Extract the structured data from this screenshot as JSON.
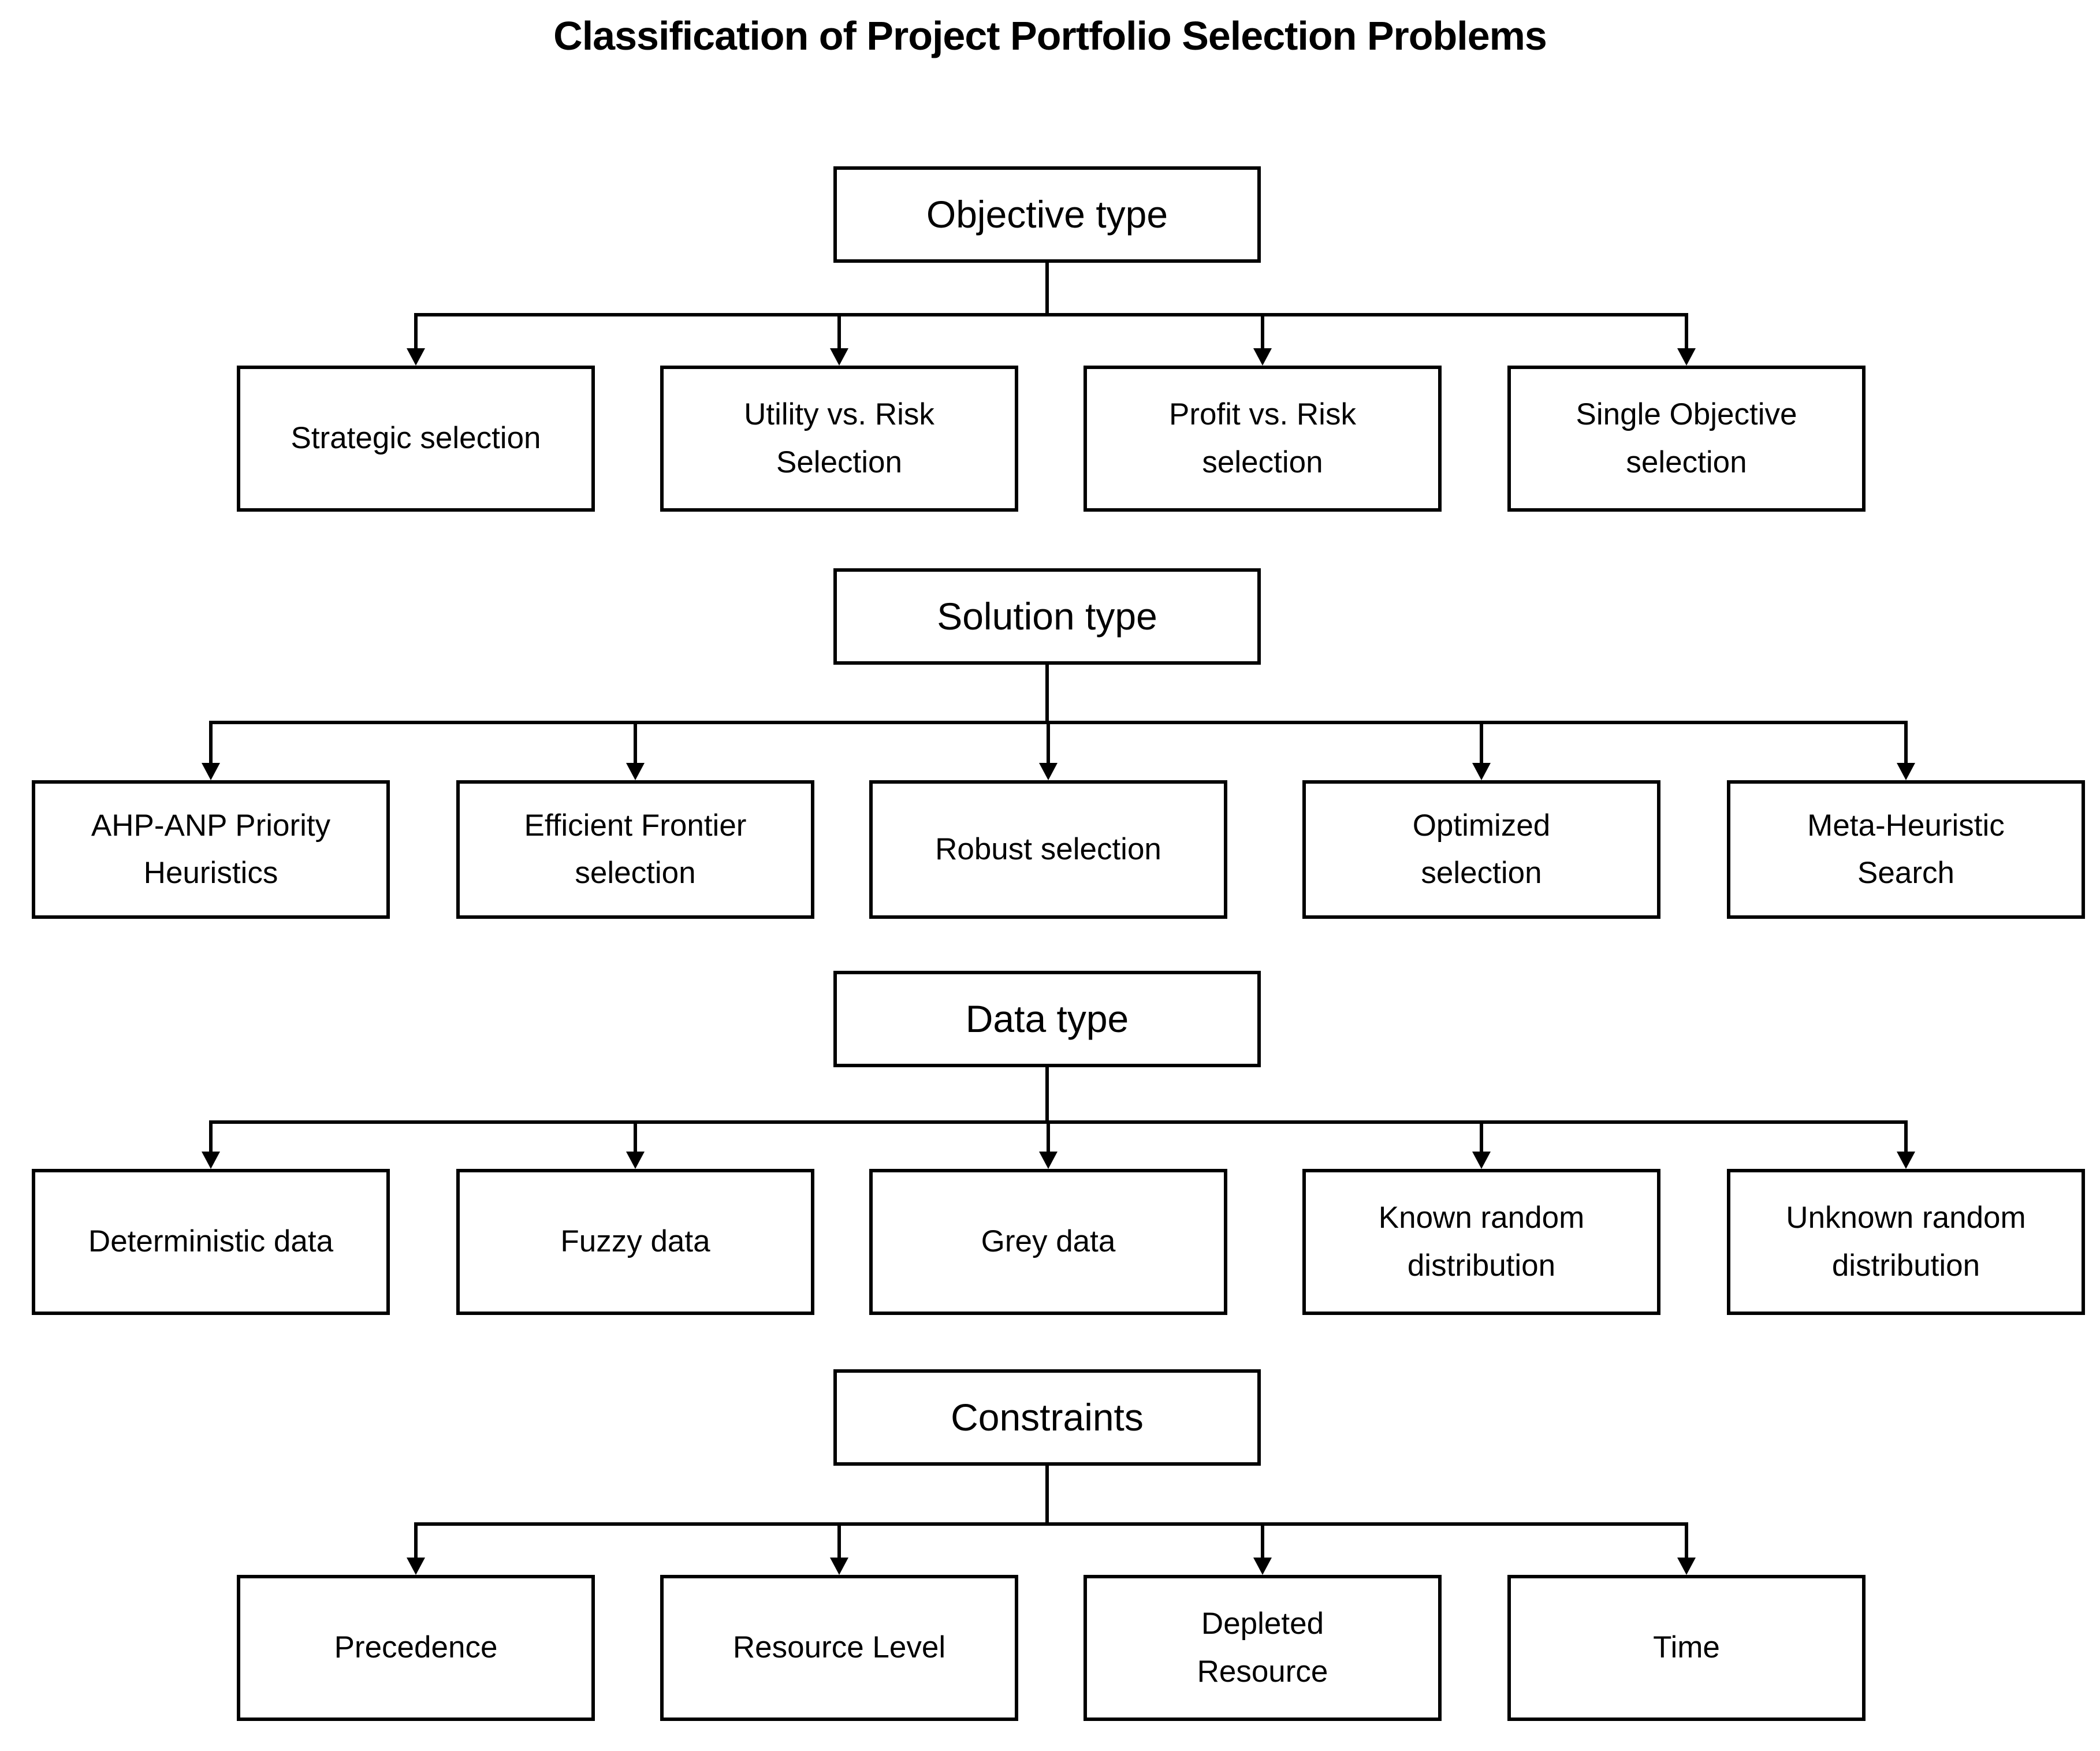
{
  "title": "Classification of Project Portfolio Selection Problems",
  "colors": {
    "background": "#ffffff",
    "line": "#000000",
    "box_border": "#000000",
    "text": "#000000"
  },
  "levels": [
    {
      "header": "Objective type",
      "children": [
        "Strategic selection",
        "Utility vs. Risk\nSelection",
        "Profit vs. Risk\nselection",
        "Single Objective\nselection"
      ]
    },
    {
      "header": "Solution type",
      "children": [
        "AHP-ANP Priority\nHeuristics",
        "Efficient Frontier\nselection",
        "Robust selection",
        "Optimized\nselection",
        "Meta-Heuristic\nSearch"
      ]
    },
    {
      "header": "Data type",
      "children": [
        "Deterministic data",
        "Fuzzy data",
        "Grey data",
        "Known random\ndistribution",
        "Unknown random\ndistribution"
      ]
    },
    {
      "header": "Constraints",
      "children": [
        "Precedence",
        "Resource Level",
        "Depleted\nResource",
        "Time"
      ]
    }
  ]
}
